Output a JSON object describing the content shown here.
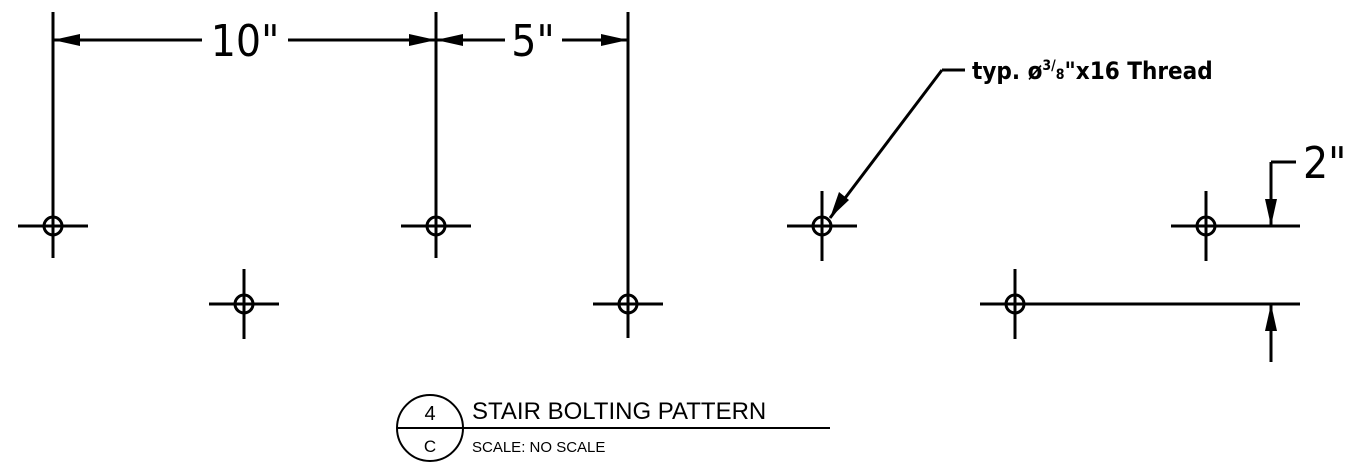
{
  "dimensions": {
    "dim_10": "10\"",
    "dim_5": "5\"",
    "dim_2": "2\""
  },
  "callout": {
    "prefix": "typ. ø",
    "frac_num": "3",
    "frac_den": "8",
    "suffix": "\"x16 Thread"
  },
  "title_block": {
    "detail_number": "4",
    "sheet_letter": "C",
    "title": "STAIR BOLTING PATTERN",
    "scale": "SCALE: NO SCALE"
  }
}
